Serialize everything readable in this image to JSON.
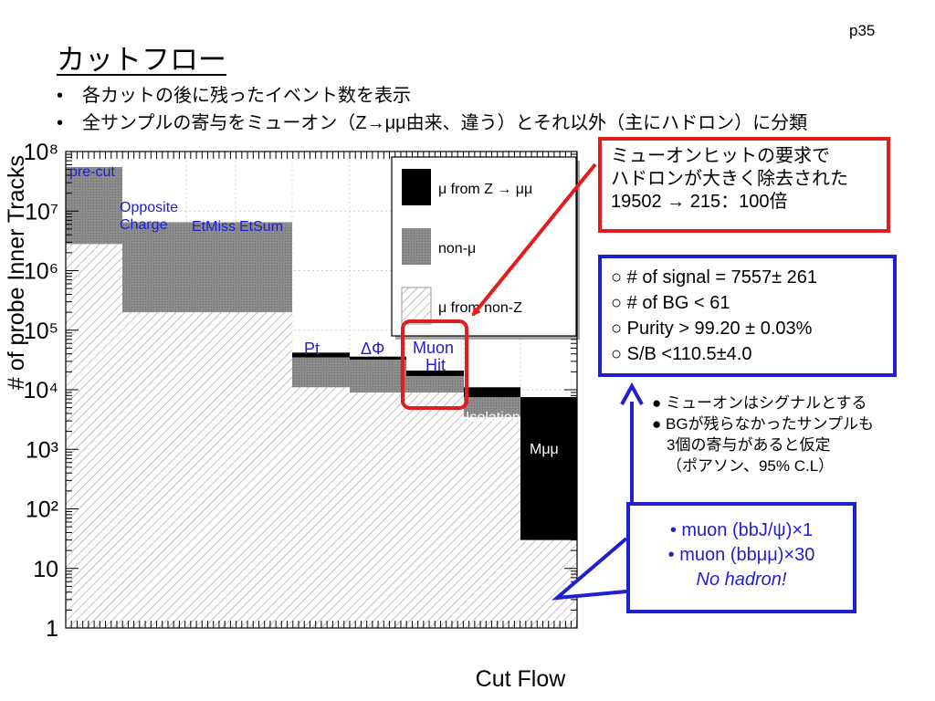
{
  "page_number": "p35",
  "title": "カットフロー",
  "bullets": [
    "各カットの後に残ったイベント数を表示",
    "全サンプルの寄与をミューオン（Z→μμ由来、違う）とそれ以外（主にハドロン）に分類"
  ],
  "bullet_marker": "•",
  "callout_red": {
    "lines": [
      "ミューオンヒットの要求で",
      "ハドロンが大きく除去された",
      "19502 → 215：100倍"
    ]
  },
  "results": {
    "lines": [
      "○ # of signal = 7557± 261",
      "○ # of BG < 61",
      "○ Purity > 99.20 ± 0.03%",
      "○ S/B <110.5±4.0"
    ]
  },
  "notes": {
    "lines": [
      "● ミューオンはシグナルとする",
      "● BGが残らなかったサンプルも"
    ],
    "indented": [
      "3個の寄与があると仮定",
      "（ポアソン、95% C.L）"
    ]
  },
  "assumption": {
    "lines": [
      "• muon (bbJ/ψ)×1",
      "• muon (bbμμ)×30"
    ],
    "emphasis": "No hadron!"
  },
  "chart_data": {
    "type": "bar",
    "stacked": true,
    "xlabel": "Cut Flow",
    "ylabel": "# of probe Inner Tracks",
    "yscale": "log",
    "ylim": [
      1,
      100000000
    ],
    "ytick_labels": [
      "1",
      "10",
      "10²",
      "10³",
      "10⁴",
      "10⁵",
      "10⁶",
      "10⁷",
      "10⁸"
    ],
    "categories": [
      "pre-cut",
      "Opposite Charge",
      "EtMiss",
      "EtSum",
      "Pt",
      "ΔΦ",
      "Muon Hit",
      "Isolation",
      "Mμμ"
    ],
    "category_labels": [
      {
        "lines": [
          "pre-cut"
        ],
        "color": "#1f1fd0"
      },
      {
        "lines": [
          "Opposite",
          " Charge"
        ],
        "color": "#1f1fd0"
      },
      {
        "lines": [
          "EtMiss"
        ],
        "color": "#1f1fd0"
      },
      {
        "lines": [
          "EtSum"
        ],
        "color": "#1f1fd0"
      },
      {
        "lines": [
          "Pt"
        ],
        "color": "#1f1fd0"
      },
      {
        "lines": [
          "ΔΦ"
        ],
        "color": "#1f1fd0"
      },
      {
        "lines": [
          "Muon",
          "Hit"
        ],
        "color": "#1f1fd0"
      },
      {
        "lines": [
          "Isolation"
        ],
        "color": "#ffffff"
      },
      {
        "lines": [
          "Mμμ"
        ],
        "color": "#ffffff"
      }
    ],
    "series": [
      {
        "name": "μ from non-Z",
        "pattern": "hatch",
        "values": [
          2800000,
          200000,
          200000,
          200000,
          11000,
          9000,
          9000,
          3500,
          30
        ]
      },
      {
        "name": "non-μ",
        "pattern": "gray",
        "values": [
          52000000,
          6300000,
          6300000,
          6300000,
          24000,
          23000,
          8000,
          4000,
          0
        ]
      },
      {
        "name": "μ from Z → μμ",
        "pattern": "black",
        "values": [
          0,
          0,
          0,
          0,
          7000,
          4000,
          4000,
          3500,
          7500
        ]
      }
    ],
    "legend_position": "top-right",
    "colors": {
      "black": "#000000",
      "gray": "#888888",
      "hatch_line": "#9a9a9a",
      "label_blue": "#1f1fd0",
      "highlight_red": "#e31d1d",
      "arrow_blue": "#1f1fd0"
    }
  }
}
